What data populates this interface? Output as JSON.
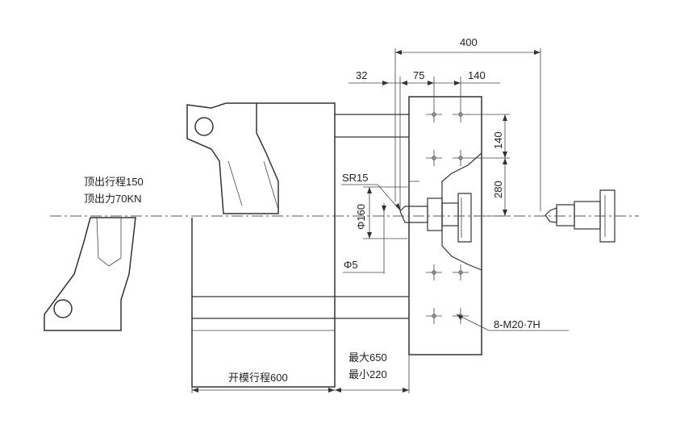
{
  "dimensions": {
    "d400": "400",
    "d32": "32",
    "d75": "75",
    "d140_top": "140",
    "d140_side": "140",
    "d280": "280",
    "sr15": "SR15",
    "phi160": "Φ160",
    "phi5": "Φ5",
    "thread": "8-M20·7H"
  },
  "notes": {
    "ejector_stroke": "顶出行程150",
    "ejector_force": "顶出力70KN",
    "opening_stroke": "开模行程600",
    "max_label": "最大650",
    "min_label": "最小220"
  }
}
